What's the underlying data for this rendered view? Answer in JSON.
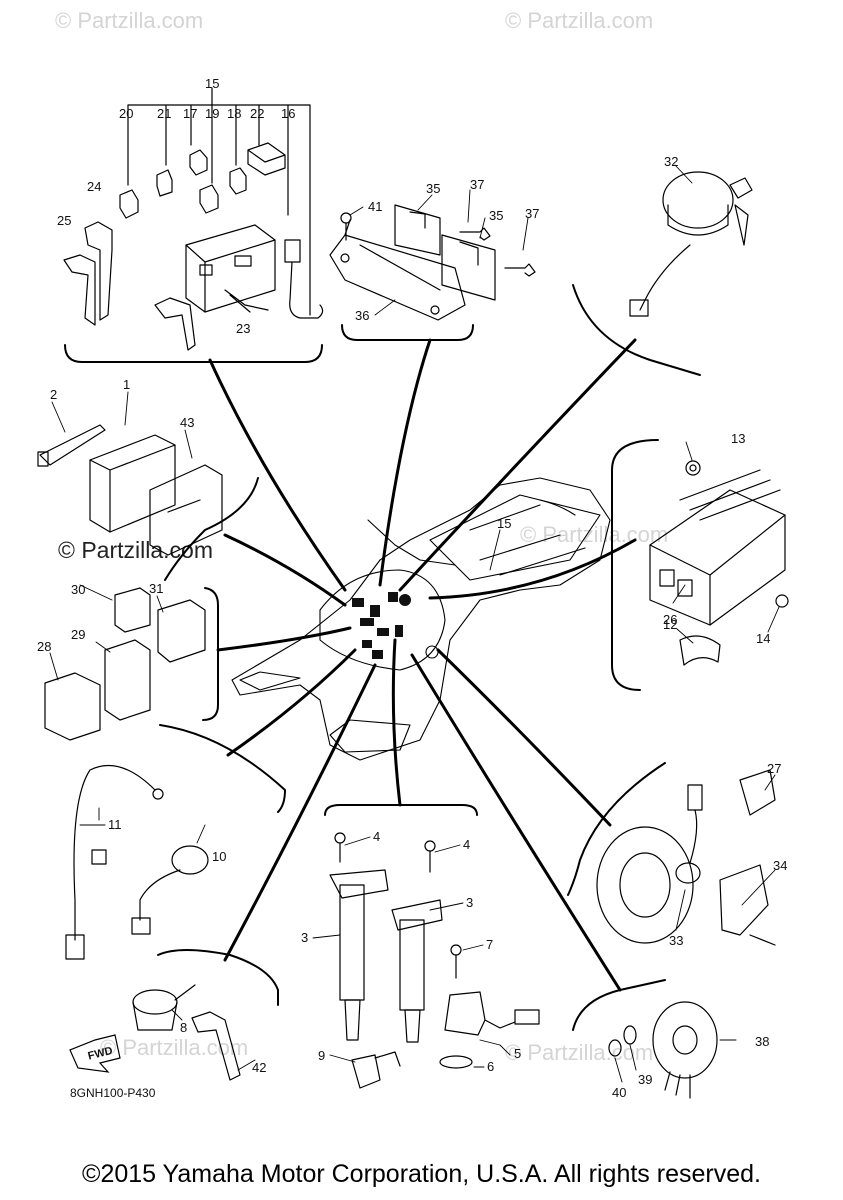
{
  "watermark": "© Partzilla.com",
  "figure_code": "8GNH100-P430",
  "fwd_label": "FWD",
  "callouts": [
    "1",
    "2",
    "3",
    "3",
    "4",
    "4",
    "5",
    "6",
    "7",
    "8",
    "9",
    "10",
    "11",
    "12",
    "13",
    "14",
    "15",
    "15",
    "16",
    "17",
    "18",
    "19",
    "20",
    "21",
    "22",
    "23",
    "24",
    "25",
    "26",
    "27",
    "28",
    "29",
    "30",
    "31",
    "32",
    "33",
    "34",
    "35",
    "35",
    "36",
    "37",
    "37",
    "38",
    "39",
    "40",
    "41",
    "42",
    "43"
  ],
  "copyright": "©2015 Yamaha Motor Corporation, U.S.A. All rights reserved."
}
